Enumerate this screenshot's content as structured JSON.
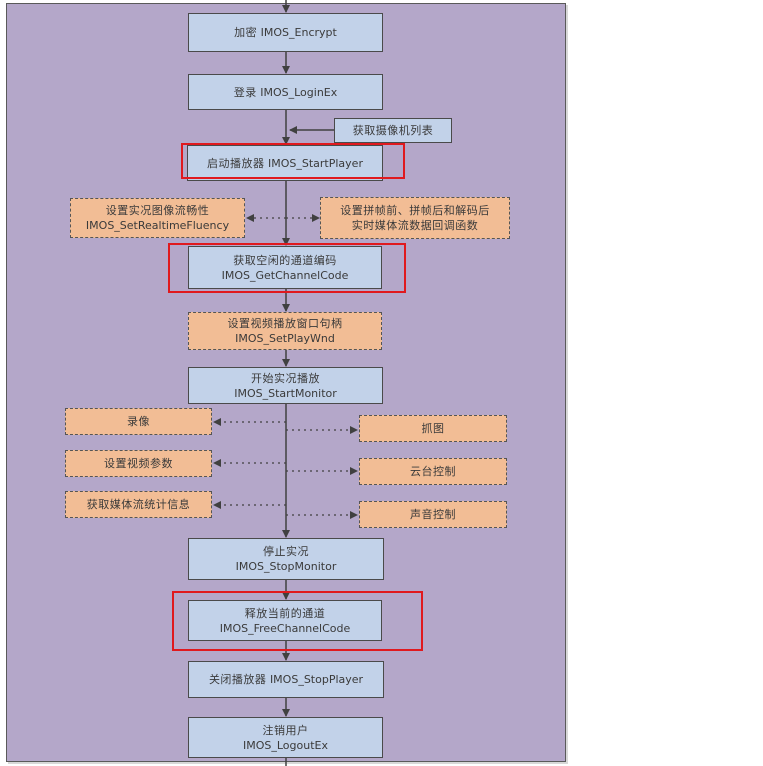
{
  "diagram": {
    "title": "",
    "colors": {
      "panel": "#b4a7c9",
      "api_box": "#c2d2e9",
      "optional_box": "#f2bd95",
      "highlight": "#e0191e",
      "line": "#404040"
    },
    "main_flow": [
      {
        "id": "encrypt",
        "zh": "加密",
        "api": "IMOS_Encrypt",
        "inline": true
      },
      {
        "id": "login",
        "zh": "登录",
        "api": "IMOS_LoginEx",
        "inline": true
      },
      {
        "id": "start_player",
        "zh": "启动播放器",
        "api": "IMOS_StartPlayer",
        "inline": true,
        "highlighted": true
      },
      {
        "id": "get_channel",
        "zh": "获取空闲的通道编码",
        "api": "IMOS_GetChannelCode",
        "highlighted": true
      },
      {
        "id": "set_play_wnd",
        "zh": "设置视频播放窗口句柄",
        "api": "IMOS_SetPlayWnd",
        "optional": true
      },
      {
        "id": "start_monitor",
        "zh": "开始实况播放",
        "api": "IMOS_StartMonitor"
      },
      {
        "id": "stop_monitor",
        "zh": "停止实况",
        "api": "IMOS_StopMonitor"
      },
      {
        "id": "free_channel",
        "zh": "释放当前的通道",
        "api": "IMOS_FreeChannelCode",
        "highlighted": true
      },
      {
        "id": "stop_player",
        "zh": "关闭播放器",
        "api": "IMOS_StopPlayer",
        "inline": true
      },
      {
        "id": "logout",
        "zh": "注销用户",
        "api": "IMOS_LogoutEx"
      }
    ],
    "side_inputs": [
      {
        "id": "camera_list",
        "zh": "获取摄像机列表"
      }
    ],
    "optional_side": [
      {
        "id": "fluency",
        "zh": "设置实况图像流畅性",
        "api": "IMOS_SetRealtimeFluency"
      },
      {
        "id": "callback",
        "zh_line1": "设置拼帧前、拼帧后和解码后",
        "zh_line2": "实时媒体流数据回调函数"
      }
    ],
    "monitor_actions_left": [
      {
        "id": "record",
        "zh": "录像"
      },
      {
        "id": "video_params",
        "zh": "设置视频参数"
      },
      {
        "id": "stream_stats",
        "zh": "获取媒体流统计信息"
      }
    ],
    "monitor_actions_right": [
      {
        "id": "snapshot",
        "zh": "抓图"
      },
      {
        "id": "ptz",
        "zh": "云台控制"
      },
      {
        "id": "audio",
        "zh": "声音控制"
      }
    ]
  }
}
